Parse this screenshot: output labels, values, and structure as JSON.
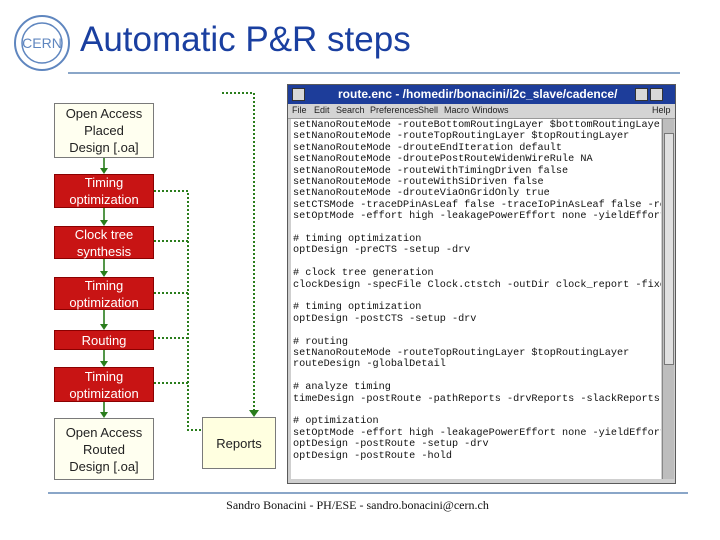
{
  "title": "Automatic P&R steps",
  "logo_text": "CERN",
  "flow": {
    "start_doc": "Open Access\nPlaced\nDesign [.oa]",
    "steps": [
      "Timing\noptimization",
      "Clock tree\nsynthesis",
      "Timing\noptimization",
      "Routing",
      "Timing\noptimization"
    ],
    "end_doc": "Open Access\nRouted\nDesign [.oa]",
    "reports": "Reports"
  },
  "window": {
    "title": "route.enc - /homedir/bonacini/i2c_slave/cadence/",
    "menu": [
      "File",
      "Edit",
      "Search",
      "Preferences",
      "Shell",
      "Macro",
      "Windows",
      "Help"
    ],
    "lines": [
      "setNanoRouteMode -routeBottomRoutingLayer $bottomRoutingLayer",
      "setNanoRouteMode -routeTopRoutingLayer $topRoutingLayer",
      "setNanoRouteMode -drouteEndIteration default",
      "setNanoRouteMode -droutePostRouteWidenWireRule NA",
      "setNanoRouteMode -routeWithTimingDriven false",
      "setNanoRouteMode -routeWithSiDriven false",
      "setNanoRouteMode -drouteViaOnGridOnly true",
      "setCTSMode -traceDPinAsLeaf false -traceIoPinAsLeaf false -route",
      "setOptMode -effort high -leakagePowerEffort none -yieldEffort no",
      "",
      "# timing optimization",
      "optDesign -preCTS -setup -drv",
      "",
      "# clock tree generation",
      "clockDesign -specFile Clock.ctstch -outDir clock_report -fixedIn",
      "",
      "# timing optimization",
      "optDesign -postCTS -setup -drv",
      "",
      "# routing",
      "setNanoRouteMode -routeTopRoutingLayer $topRoutingLayer",
      "routeDesign -globalDetail",
      "",
      "# analyze timing",
      "timeDesign -postRoute -pathReports -drvReports -slackReports -nu",
      "",
      "# optimization",
      "setOptMode -effort high -leakagePowerEffort none -yieldEffort no",
      "optDesign -postRoute -setup -drv",
      "optDesign -postRoute -hold"
    ]
  },
  "footer": "Sandro Bonacini - PH/ESE - sandro.bonacini@cern.ch",
  "colors": {
    "title": "#1a3fa0",
    "step": "#c81414",
    "connector": "#2a7d1c",
    "window_title": "#1d3d9a"
  }
}
